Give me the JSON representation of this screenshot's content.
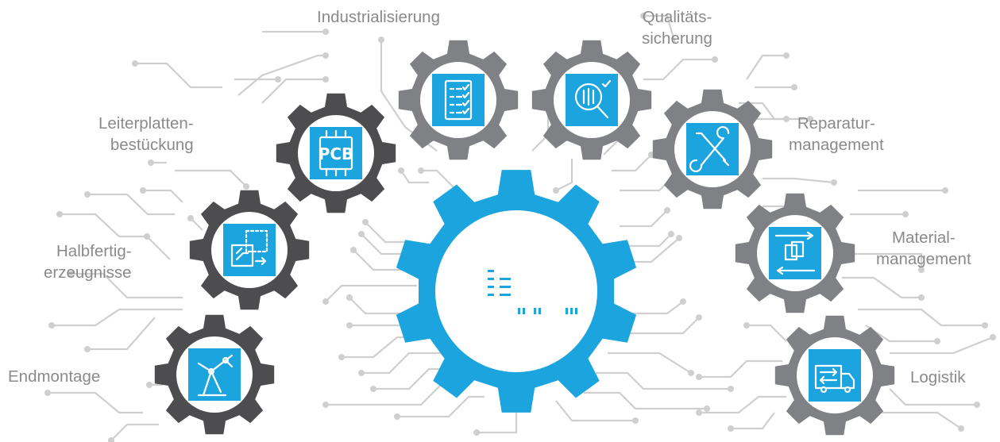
{
  "colors": {
    "accent_blue": "#1ba4dd",
    "dark_gear": "#4d4d4f",
    "gray_gear": "#808184",
    "circuit": "#cfcfcf",
    "label_text": "#8a8a8a"
  },
  "center": {
    "icon": "factory-icon"
  },
  "gears": [
    {
      "id": "endmontage",
      "lines": [
        "Endmontage"
      ],
      "icon": "robot-arm-icon"
    },
    {
      "id": "halbfertig",
      "lines": [
        "Halbfertig-",
        "erzeugnisse"
      ],
      "icon": "board-assembly-icon"
    },
    {
      "id": "leiterplatten",
      "lines": [
        "Leiterplatten-",
        "bestückung"
      ],
      "icon": "pcb-icon",
      "icon_text": "PCB"
    },
    {
      "id": "industrialisierung",
      "lines": [
        "Industrialisierung"
      ],
      "icon": "checklist-icon"
    },
    {
      "id": "qualitaet",
      "lines": [
        "Qualitäts-",
        "sicherung"
      ],
      "icon": "magnifier-check-icon"
    },
    {
      "id": "reparatur",
      "lines": [
        "Reparatur-",
        "management"
      ],
      "icon": "tools-icon"
    },
    {
      "id": "material",
      "lines": [
        "Material-",
        "management"
      ],
      "icon": "material-flow-icon"
    },
    {
      "id": "logistik",
      "lines": [
        "Logistik"
      ],
      "icon": "truck-icon"
    }
  ]
}
